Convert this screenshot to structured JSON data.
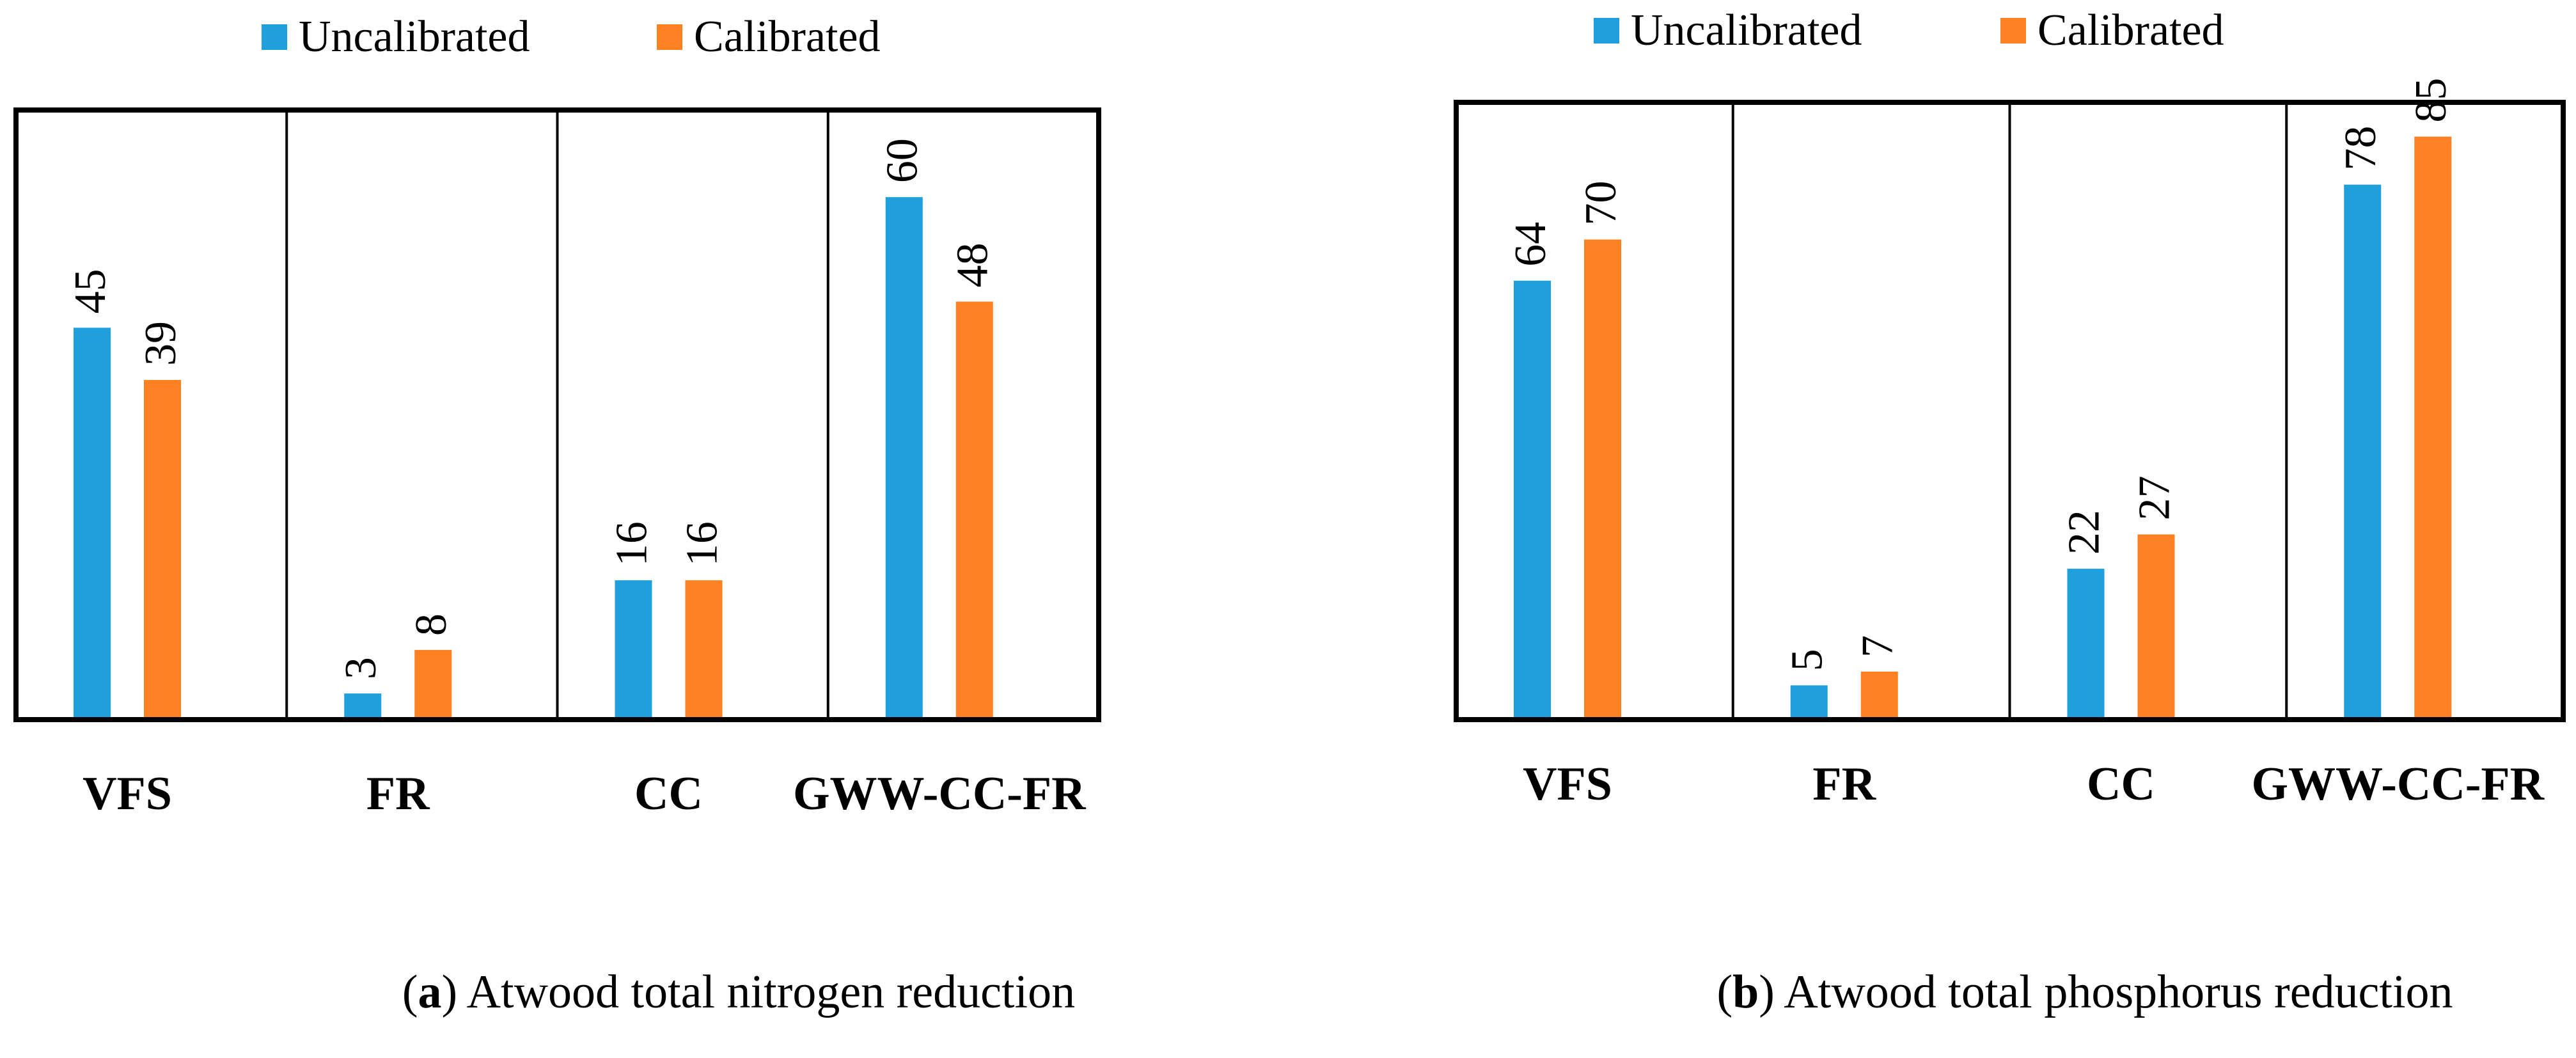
{
  "colors": {
    "uncalibrated": "#1F9FDB",
    "calibrated": "#FF8122",
    "frame": "#000000"
  },
  "chart_data": [
    {
      "type": "bar",
      "categories": [
        "VFS",
        "FR",
        "CC",
        "GWW-CC-FR"
      ],
      "series": [
        {
          "name": "Uncalibrated",
          "values": [
            45,
            3,
            16,
            60
          ]
        },
        {
          "name": "Calibrated",
          "values": [
            39,
            8,
            16,
            48
          ]
        }
      ],
      "ylim": [
        0,
        70
      ],
      "legend": "top",
      "grid": false,
      "caption": {
        "letter": "a",
        "text": "Atwood total nitrogen reduction"
      }
    },
    {
      "type": "bar",
      "categories": [
        "VFS",
        "FR",
        "CC",
        "GWW-CC-FR"
      ],
      "series": [
        {
          "name": "Uncalibrated",
          "values": [
            64,
            5,
            22,
            78
          ]
        },
        {
          "name": "Calibrated",
          "values": [
            70,
            7,
            27,
            85
          ]
        }
      ],
      "ylim": [
        0,
        90
      ],
      "legend": "top",
      "grid": false,
      "caption": {
        "letter": "b",
        "text": "Atwood total phosphorus reduction"
      }
    }
  ]
}
